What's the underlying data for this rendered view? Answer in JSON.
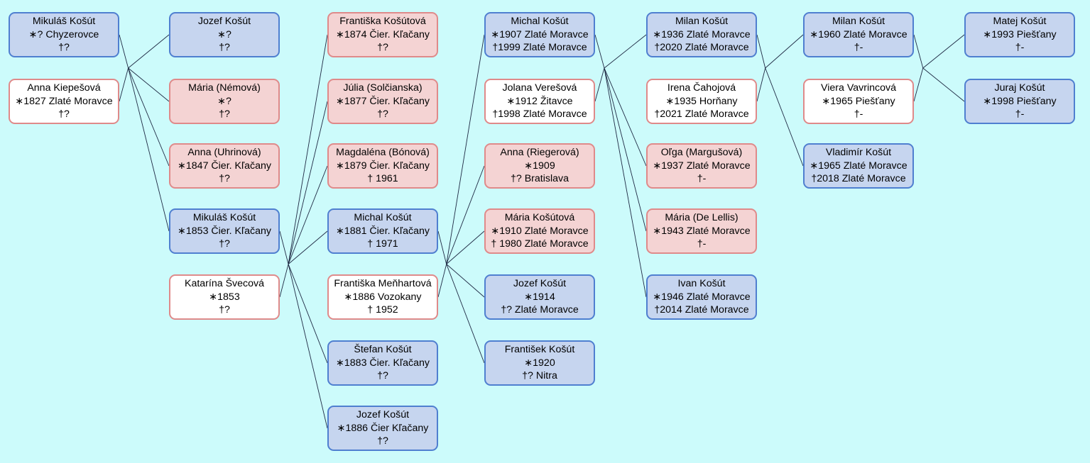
{
  "columns": [
    [
      {
        "id": "mikulas_sr",
        "sex": "male",
        "name": "Mikuláš Košút",
        "born": "∗? Chyzerovce",
        "died": "†?"
      },
      {
        "id": "anna_k",
        "sex": "spouse",
        "name": "Anna Kiepešová",
        "born": "∗1827 Zlaté Moravce",
        "died": "†?"
      }
    ],
    [
      {
        "id": "jozef1",
        "sex": "male",
        "name": "Jozef Košút",
        "born": "∗?",
        "died": "†?"
      },
      {
        "id": "maria_n",
        "sex": "female",
        "name": "Mária (Némová)",
        "born": "∗?",
        "died": "†?"
      },
      {
        "id": "anna_u",
        "sex": "female",
        "name": "Anna (Uhrinová)",
        "born": "∗1847 Čier. Kľačany",
        "died": "†?"
      },
      {
        "id": "mikulas2",
        "sex": "male",
        "name": "Mikuláš Košút",
        "born": "∗1853 Čier. Kľačany",
        "died": "†?"
      },
      {
        "id": "katarina",
        "sex": "spouse",
        "name": "Katarína Švecová",
        "born": "∗1853",
        "died": "†?"
      }
    ],
    [
      {
        "id": "frantiska1",
        "sex": "female",
        "name": "Františka Košútová",
        "born": "∗1874 Čier. Kľačany",
        "died": "†?"
      },
      {
        "id": "julia",
        "sex": "female",
        "name": "Júlia (Solčianska)",
        "born": "∗1877 Čier. Kľačany",
        "died": "†?"
      },
      {
        "id": "magdalena",
        "sex": "female",
        "name": "Magdaléna (Bónová)",
        "born": "∗1879 Čier. Kľačany",
        "died": "† 1961"
      },
      {
        "id": "michal1",
        "sex": "male",
        "name": "Michal Košút",
        "born": "∗1881 Čier. Kľačany",
        "died": "† 1971"
      },
      {
        "id": "frantiska_m",
        "sex": "spouse",
        "name": "Františka Meňhartová",
        "born": "∗1886 Vozokany",
        "died": "† 1952"
      },
      {
        "id": "stefan",
        "sex": "male",
        "name": "Štefan Košút",
        "born": "∗1883 Čier. Kľačany",
        "died": "†?"
      },
      {
        "id": "jozef2",
        "sex": "male",
        "name": "Jozef Košút",
        "born": "∗1886 Čier Kľačany",
        "died": "†?"
      }
    ],
    [
      {
        "id": "michal2",
        "sex": "male",
        "name": "Michal Košút",
        "born": "∗1907 Zlaté Moravce",
        "died": "†1999 Zlaté Moravce"
      },
      {
        "id": "jolana",
        "sex": "spouse",
        "name": "Jolana Verešová",
        "born": "∗1912 Žitavce",
        "died": "†1998 Zlaté Moravce"
      },
      {
        "id": "anna_r",
        "sex": "female",
        "name": "Anna (Riegerová)",
        "born": "∗1909",
        "died": "†? Bratislava"
      },
      {
        "id": "maria_k",
        "sex": "female",
        "name": "Mária Košútová",
        "born": "∗1910 Zlaté Moravce",
        "died": "† 1980 Zlaté Moravce"
      },
      {
        "id": "jozef3",
        "sex": "male",
        "name": "Jozef Košút",
        "born": "∗1914",
        "died": "†? Zlaté Moravce"
      },
      {
        "id": "frantisek",
        "sex": "male",
        "name": "František Košút",
        "born": "∗1920",
        "died": "†? Nitra"
      }
    ],
    [
      {
        "id": "milan1",
        "sex": "male",
        "name": "Milan Košút",
        "born": "∗1936 Zlaté Moravce",
        "died": "†2020 Zlaté Moravce"
      },
      {
        "id": "irena",
        "sex": "spouse",
        "name": "Irena Čahojová",
        "born": "∗1935 Horňany",
        "died": "†2021 Zlaté Moravce"
      },
      {
        "id": "olga",
        "sex": "female",
        "name": "Oľga (Margušová)",
        "born": "∗1937 Zlaté Moravce",
        "died": "†-"
      },
      {
        "id": "maria_dl",
        "sex": "female",
        "name": "Mária (De Lellis)",
        "born": "∗1943 Zlaté Moravce",
        "died": "†-"
      },
      {
        "id": "ivan",
        "sex": "male",
        "name": "Ivan Košút",
        "born": "∗1946 Zlaté Moravce",
        "died": "†2014 Zlaté Moravce"
      }
    ],
    [
      {
        "id": "milan2",
        "sex": "male",
        "name": "Milan Košút",
        "born": "∗1960 Zlaté Moravce",
        "died": "†-"
      },
      {
        "id": "viera",
        "sex": "spouse",
        "name": "Viera Vavrincová",
        "born": "∗1965 Piešťany",
        "died": "†-"
      },
      {
        "id": "vladimir",
        "sex": "male",
        "name": "Vladimír Košút",
        "born": "∗1965 Zlaté Moravce",
        "died": "†2018 Zlaté Moravce"
      }
    ],
    [
      {
        "id": "matej",
        "sex": "male",
        "name": "Matej Košút",
        "born": "∗1993 Piešťany",
        "died": "†-"
      },
      {
        "id": "juraj",
        "sex": "male",
        "name": "Juraj Košút",
        "born": "∗1998 Piešťany",
        "died": "†-"
      }
    ]
  ],
  "families": [
    {
      "parents": [
        "mikulas_sr",
        "anna_k"
      ],
      "children": [
        "jozef1",
        "maria_n",
        "anna_u",
        "mikulas2"
      ]
    },
    {
      "parents": [
        "mikulas2",
        "katarina"
      ],
      "children": [
        "frantiska1",
        "julia",
        "magdalena",
        "michal1",
        "stefan",
        "jozef2"
      ]
    },
    {
      "parents": [
        "michal1",
        "frantiska_m"
      ],
      "children": [
        "michal2",
        "anna_r",
        "maria_k",
        "jozef3",
        "frantisek"
      ]
    },
    {
      "parents": [
        "michal2",
        "jolana"
      ],
      "children": [
        "milan1",
        "olga",
        "maria_dl",
        "ivan"
      ]
    },
    {
      "parents": [
        "milan1",
        "irena"
      ],
      "children": [
        "milan2",
        "vladimir"
      ]
    },
    {
      "parents": [
        "milan2",
        "viera"
      ],
      "children": [
        "matej",
        "juraj"
      ]
    }
  ],
  "colors": {
    "background": "#ccfbfb",
    "male_fill": "#c6d5ef",
    "male_border": "#4f7fd0",
    "female_fill": "#f4d3d3",
    "female_border": "#df8a8a",
    "spouse_fill": "#ffffff",
    "line": "#1f2a44"
  }
}
